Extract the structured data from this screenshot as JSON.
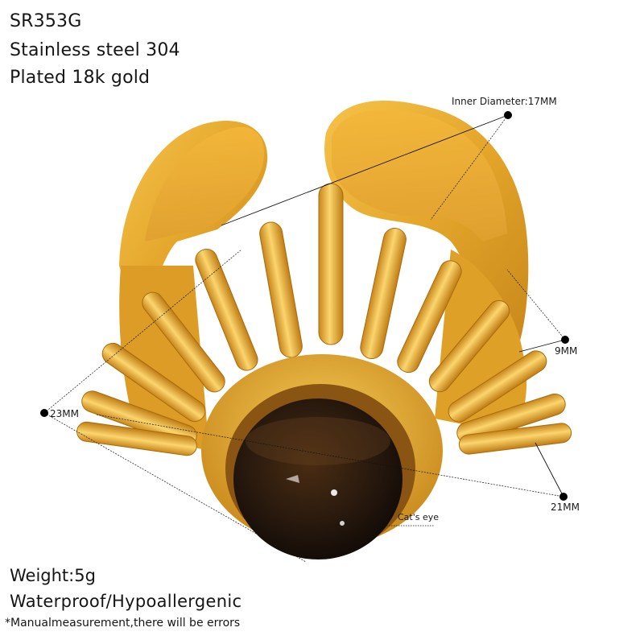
{
  "product": {
    "sku": "SR353G",
    "material": "Stainless steel 304",
    "plating": "Plated 18k gold",
    "weight": "Weight:5g",
    "features": "Waterproof/Hypoallergenic",
    "disclaimer": "*Manualmeasurement,there will be errors"
  },
  "dimensions": {
    "inner_diameter": "Inner Diameter:17MM",
    "band_width": "9MM",
    "face_width": "23MM",
    "face_height": "21MM",
    "stone": "Cat's eye"
  },
  "colors": {
    "gold_light": "#f6c24a",
    "gold_mid": "#e3a52a",
    "gold_dark": "#b97a12",
    "stone_dark": "#1c130c",
    "stone_brown": "#5a3614"
  }
}
